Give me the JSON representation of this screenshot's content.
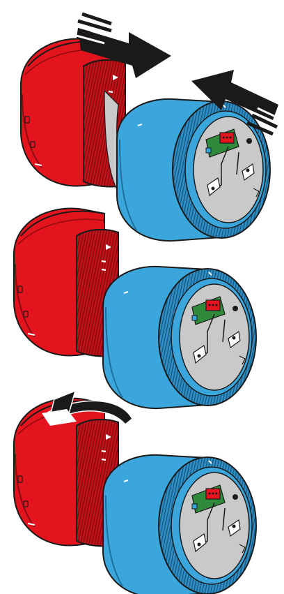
{
  "colors": {
    "red": "#e3141e",
    "red_dark": "#a80f16",
    "red_ring": "#b5141b",
    "blue": "#3aa6dc",
    "blue_dark": "#1f6f9c",
    "blue_ring": "#2a86bb",
    "grey_inside": "#c9c9c9",
    "pcb_green": "#2f8a3c",
    "outline": "#1a1a1a",
    "arrow": "#1a1a1a",
    "white": "#ffffff"
  },
  "steps": [
    {
      "id": "align",
      "icons": [
        "push-right-arrow-icon",
        "push-left-arrow-icon"
      ]
    },
    {
      "id": "joined",
      "icons": []
    },
    {
      "id": "twist-lock",
      "icons": [
        "rotate-arrow-icon"
      ]
    }
  ]
}
